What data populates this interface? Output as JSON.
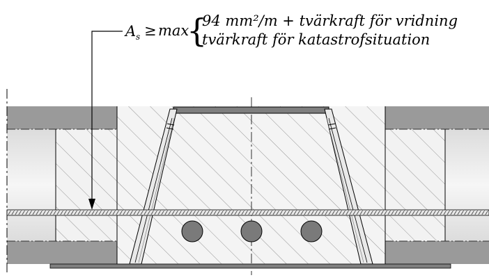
{
  "formula": {
    "lhs_symbol": "A",
    "lhs_subscript": "s",
    "operator": "≥",
    "function": "max",
    "brace": "{",
    "case_1": "94 mm²/m + tvärkraft för vridning",
    "case_2": "tvärkraft för katastrofsituation"
  },
  "colors": {
    "slab_dark": "#9a9a9a",
    "slab_light": "#eeeeee",
    "steel_plate": "#7f7f7f",
    "duct_fill": "#7a7a7a",
    "hatch": "#888888",
    "line": "#000000"
  },
  "icons": [
    "rebar-bar",
    "duct-circle",
    "anchor-bar"
  ]
}
